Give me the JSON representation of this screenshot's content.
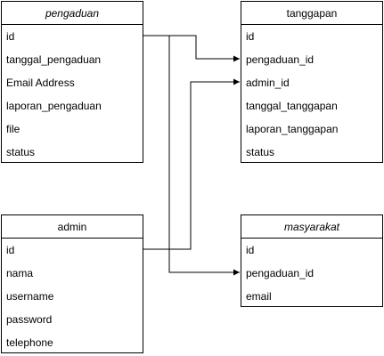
{
  "tables": {
    "pengaduan": {
      "title": "pengaduan",
      "fields": [
        "id",
        "tanggal_pengaduan",
        "Email Address",
        "laporan_pengaduan",
        "file",
        "status"
      ]
    },
    "tanggapan": {
      "title": "tanggapan",
      "fields": [
        "id",
        "pengaduan_id",
        "admin_id",
        "tanggal_tanggapan",
        "laporan_tanggapan",
        "status"
      ]
    },
    "admin": {
      "title": "admin",
      "fields": [
        "id",
        "nama",
        "username",
        "password",
        "telephone"
      ]
    },
    "masyarakat": {
      "title": "masyarakat",
      "fields": [
        "id",
        "pengaduan_id",
        "email"
      ]
    }
  },
  "relations": [
    {
      "from": "pengaduan.id",
      "to": "tanggapan.pengaduan_id"
    },
    {
      "from": "admin.id",
      "to": "tanggapan.admin_id"
    },
    {
      "from": "pengaduan.id",
      "to": "masyarakat.pengaduan_id"
    }
  ],
  "colors": {
    "line": "#000000",
    "border": "#000000",
    "background": "#ffffff"
  }
}
